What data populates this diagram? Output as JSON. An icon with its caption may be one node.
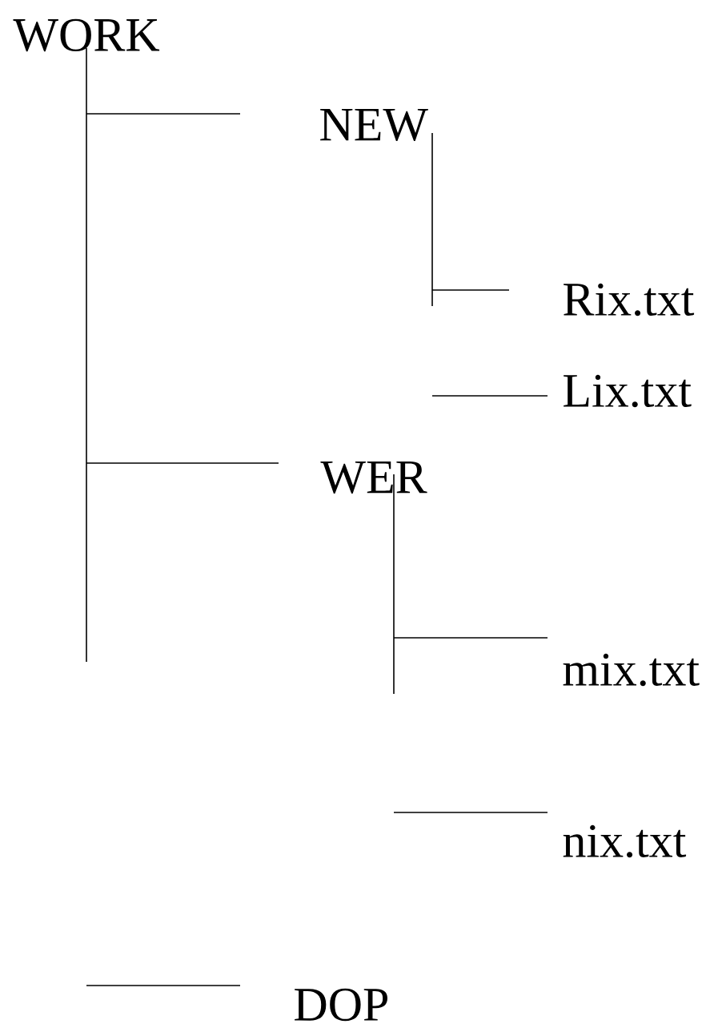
{
  "diagram": {
    "nodes": [
      {
        "text": [
          "WORK"
        ]
      },
      {
        "text": [
          "NEW"
        ]
      },
      {
        "text": [
          "Rix.txt"
        ]
      },
      {
        "text": [
          "Lix.txt"
        ]
      },
      {
        "text": [
          "WER"
        ]
      },
      {
        "text": [
          "mix.txt"
        ]
      },
      {
        "text": [
          "nix.txt"
        ]
      },
      {
        "text": [
          "DOP"
        ]
      }
    ],
    "edges": [
      {
        "from": 0,
        "to": 1,
        "arrow": "none"
      },
      {
        "from": 1,
        "to": 2,
        "arrow": "none"
      },
      {
        "from": null,
        "to": 3,
        "arrow": "none"
      },
      {
        "from": 0,
        "to": 4,
        "arrow": "none"
      },
      {
        "from": 4,
        "to": 5,
        "arrow": "none"
      },
      {
        "from": null,
        "to": 6,
        "arrow": "none"
      },
      {
        "from": null,
        "to": 7,
        "arrow": "none"
      }
    ]
  }
}
